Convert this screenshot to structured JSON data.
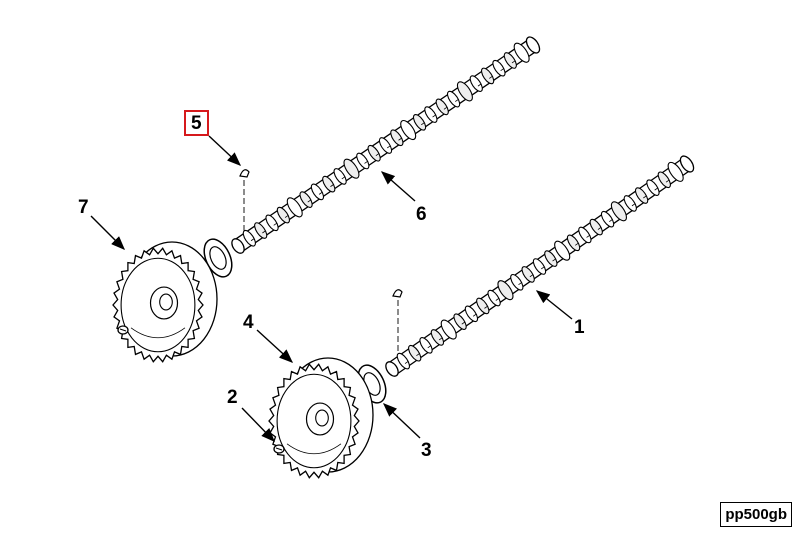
{
  "callouts": {
    "c1": "1",
    "c2": "2",
    "c3": "3",
    "c4": "4",
    "c5": "5",
    "c6": "6",
    "c7": "7"
  },
  "highlighted_callout": "5",
  "highlight_color": "#d6191c",
  "reference_code": "pp500gb"
}
